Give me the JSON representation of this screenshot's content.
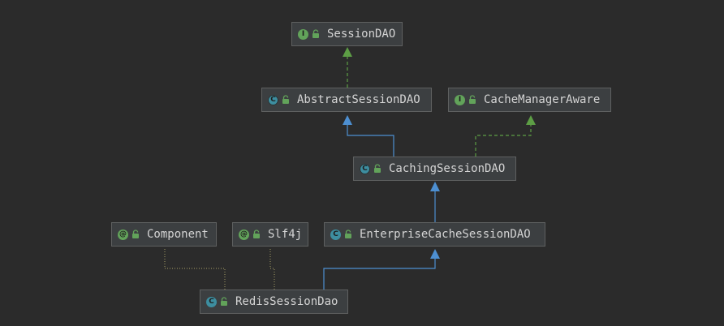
{
  "nodes": {
    "session_dao": {
      "label": "SessionDAO",
      "kind": "I",
      "kind_type": "interface"
    },
    "abstract_session_dao": {
      "label": "AbstractSessionDAO",
      "kind": "C",
      "kind_type": "abstract"
    },
    "cache_manager_aware": {
      "label": "CacheManagerAware",
      "kind": "I",
      "kind_type": "interface"
    },
    "caching_session_dao": {
      "label": "CachingSessionDAO",
      "kind": "C",
      "kind_type": "abstract"
    },
    "component": {
      "label": "Component",
      "kind": "@",
      "kind_type": "annotation"
    },
    "slf4j": {
      "label": "Slf4j",
      "kind": "@",
      "kind_type": "annotation"
    },
    "enterprise_cache_session_dao": {
      "label": "EnterpriseCacheSessionDAO",
      "kind": "C",
      "kind_type": "class"
    },
    "redis_session_dao": {
      "label": "RedisSessionDao",
      "kind": "C",
      "kind_type": "class"
    }
  },
  "edges": [
    {
      "from": "abstract_session_dao",
      "to": "session_dao",
      "relation": "implements"
    },
    {
      "from": "caching_session_dao",
      "to": "abstract_session_dao",
      "relation": "extends"
    },
    {
      "from": "caching_session_dao",
      "to": "cache_manager_aware",
      "relation": "implements"
    },
    {
      "from": "enterprise_cache_session_dao",
      "to": "caching_session_dao",
      "relation": "extends"
    },
    {
      "from": "redis_session_dao",
      "to": "enterprise_cache_session_dao",
      "relation": "extends"
    },
    {
      "from": "redis_session_dao",
      "to": "component",
      "relation": "annotated"
    },
    {
      "from": "redis_session_dao",
      "to": "slf4j",
      "relation": "annotated"
    }
  ],
  "colors": {
    "background": "#2b2b2b",
    "node_fill": "#3c3f41",
    "node_border": "#5e6060",
    "text": "#d4d4d4",
    "extends_edge": "#4d8fd1",
    "implements_edge": "#5d9e45",
    "annotation_edge": "#8f8a5b"
  }
}
